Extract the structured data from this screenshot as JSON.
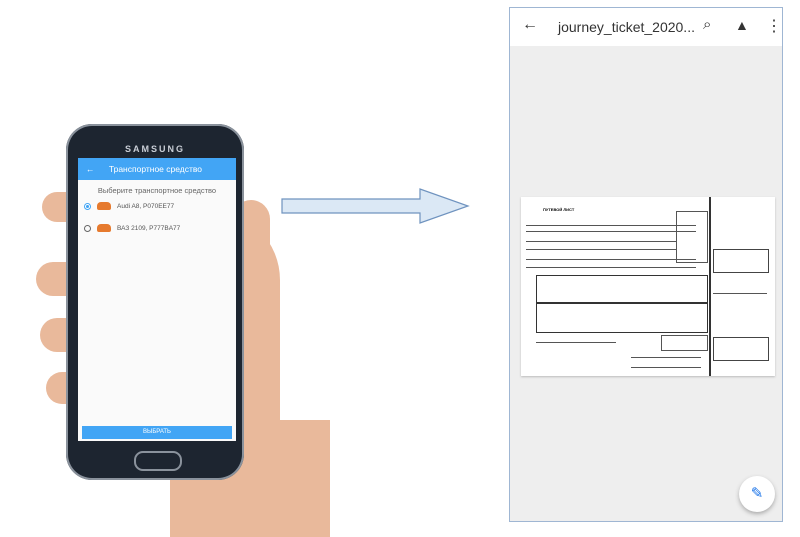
{
  "phone": {
    "brand": "SAMSUNG",
    "app_title": "Транспортное средство",
    "back_icon": "←",
    "prompt": "Выберите транспортное средство",
    "vehicles": [
      {
        "label": "Audi A8, P070EE77",
        "selected": true
      },
      {
        "label": "ВАЗ 2109, P777BA77",
        "selected": false
      }
    ],
    "select_button": "ВЫБРАТЬ"
  },
  "viewer": {
    "back_icon": "←",
    "filename": "journey_ticket_2020...",
    "search_icon": "⌕",
    "drive_icon": "▲",
    "menu_icon": "⋮",
    "edit_icon": "✎",
    "document_title": "ПУТЕВОЙ ЛИСТ"
  },
  "colors": {
    "accent": "#42a5f5",
    "arrow": "#dbe8f5"
  }
}
